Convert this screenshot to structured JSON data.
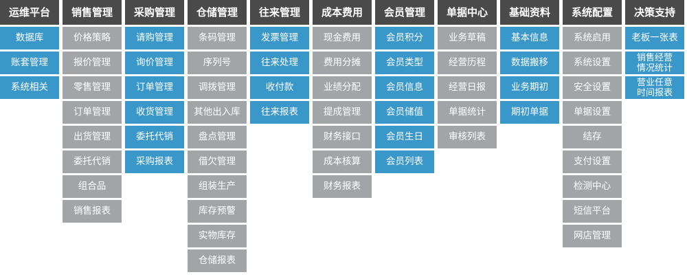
{
  "colors": {
    "header": "#4a4a4a",
    "blue": "#3a97c9",
    "gray": "#a2a5a8",
    "text": "#ffffff"
  },
  "columns": [
    {
      "title": "运维平台",
      "items": [
        {
          "label": "数据库",
          "style": "blue"
        },
        {
          "label": "账套管理",
          "style": "blue"
        },
        {
          "label": "系统相关",
          "style": "blue"
        }
      ]
    },
    {
      "title": "销售管理",
      "items": [
        {
          "label": "价格策略",
          "style": "gray"
        },
        {
          "label": "报价管理",
          "style": "gray"
        },
        {
          "label": "零售管理",
          "style": "gray"
        },
        {
          "label": "订单管理",
          "style": "gray"
        },
        {
          "label": "出货管理",
          "style": "gray"
        },
        {
          "label": "委托代销",
          "style": "gray"
        },
        {
          "label": "组合品",
          "style": "gray"
        },
        {
          "label": "销售报表",
          "style": "gray"
        }
      ]
    },
    {
      "title": "采购管理",
      "items": [
        {
          "label": "请购管理",
          "style": "blue"
        },
        {
          "label": "询价管理",
          "style": "blue"
        },
        {
          "label": "订单管理",
          "style": "blue"
        },
        {
          "label": "收货管理",
          "style": "blue"
        },
        {
          "label": "委托代销",
          "style": "blue"
        },
        {
          "label": "采购报表",
          "style": "blue"
        }
      ]
    },
    {
      "title": "仓储管理",
      "items": [
        {
          "label": "条码管理",
          "style": "gray"
        },
        {
          "label": "序列号",
          "style": "gray"
        },
        {
          "label": "调拨管理",
          "style": "gray"
        },
        {
          "label": "其他出入库",
          "style": "gray"
        },
        {
          "label": "盘点管理",
          "style": "gray"
        },
        {
          "label": "借欠管理",
          "style": "gray"
        },
        {
          "label": "组装生产",
          "style": "gray"
        },
        {
          "label": "库存预警",
          "style": "gray"
        },
        {
          "label": "实物库存",
          "style": "gray"
        },
        {
          "label": "仓储报表",
          "style": "gray"
        }
      ]
    },
    {
      "title": "往来管理",
      "items": [
        {
          "label": "发票管理",
          "style": "blue"
        },
        {
          "label": "往来处理",
          "style": "blue"
        },
        {
          "label": "收付款",
          "style": "blue"
        },
        {
          "label": "往来报表",
          "style": "blue"
        }
      ]
    },
    {
      "title": "成本费用",
      "items": [
        {
          "label": "现金费用",
          "style": "gray"
        },
        {
          "label": "费用分摊",
          "style": "gray"
        },
        {
          "label": "业绩分配",
          "style": "gray"
        },
        {
          "label": "提成管理",
          "style": "gray"
        },
        {
          "label": "财务接口",
          "style": "gray"
        },
        {
          "label": "成本核算",
          "style": "gray"
        },
        {
          "label": "财务报表",
          "style": "gray"
        }
      ]
    },
    {
      "title": "会员管理",
      "items": [
        {
          "label": "会员积分",
          "style": "blue"
        },
        {
          "label": "会员类型",
          "style": "blue"
        },
        {
          "label": "会员信息",
          "style": "blue"
        },
        {
          "label": "会员储值",
          "style": "blue"
        },
        {
          "label": "会员生日",
          "style": "blue"
        },
        {
          "label": "会员列表",
          "style": "blue"
        }
      ]
    },
    {
      "title": "单据中心",
      "items": [
        {
          "label": "业务草稿",
          "style": "gray"
        },
        {
          "label": "经营历程",
          "style": "gray"
        },
        {
          "label": "经营日报",
          "style": "gray"
        },
        {
          "label": "单据统计",
          "style": "gray"
        },
        {
          "label": "审核列表",
          "style": "gray"
        }
      ]
    },
    {
      "title": "基础资料",
      "items": [
        {
          "label": "基本信息",
          "style": "blue"
        },
        {
          "label": "数据搬移",
          "style": "blue"
        },
        {
          "label": "业务期初",
          "style": "blue"
        },
        {
          "label": "期初单据",
          "style": "blue"
        }
      ]
    },
    {
      "title": "系统配置",
      "items": [
        {
          "label": "系统启用",
          "style": "gray"
        },
        {
          "label": "系统设置",
          "style": "gray"
        },
        {
          "label": "安全设置",
          "style": "gray"
        },
        {
          "label": "单据设置",
          "style": "gray"
        },
        {
          "label": "结存",
          "style": "gray"
        },
        {
          "label": "支付设置",
          "style": "gray"
        },
        {
          "label": "检测中心",
          "style": "gray"
        },
        {
          "label": "短信平台",
          "style": "gray"
        },
        {
          "label": "网店管理",
          "style": "gray"
        }
      ]
    },
    {
      "title": "决策支持",
      "items": [
        {
          "label": "老板一张表",
          "style": "blue"
        },
        {
          "label": "销售经营",
          "label2": "情况统计",
          "style": "blue"
        },
        {
          "label": "营业任意",
          "label2": "时间报表",
          "style": "blue"
        }
      ]
    }
  ]
}
